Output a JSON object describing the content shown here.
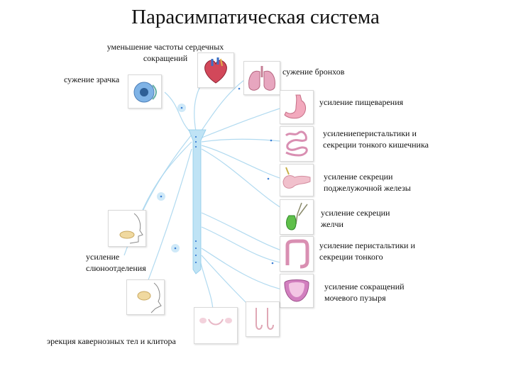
{
  "title": "Парасимпатическая система",
  "labels": {
    "heart": "уменьшение частоты сердечных\nсокращений",
    "pupil": "сужение зрачка",
    "bronchi": "сужение бронхов",
    "digestion": "усиление пищеварения",
    "small_intestine": "усилениеперистальтики и\nсекреции тонкого кишечника",
    "pancreas": "усиление секреции\nподжелужочной железы",
    "bile": "усиление секреции\nжелчи",
    "large_intestine": "усиление перистальтики и\nсекреции тонкого",
    "salivation": "усиление\nслюноотделения",
    "bladder": "усиление сокращений\nмочевого пузыря",
    "erection": "эрекция кавернозных тел и клитора"
  },
  "colors": {
    "nerve": "#9fd1ec",
    "spinal_cord": "#b9e0f3",
    "node": "#3c7fd6",
    "organ_pink": "#e7a6bf",
    "organ_red": "#c43a4a"
  }
}
